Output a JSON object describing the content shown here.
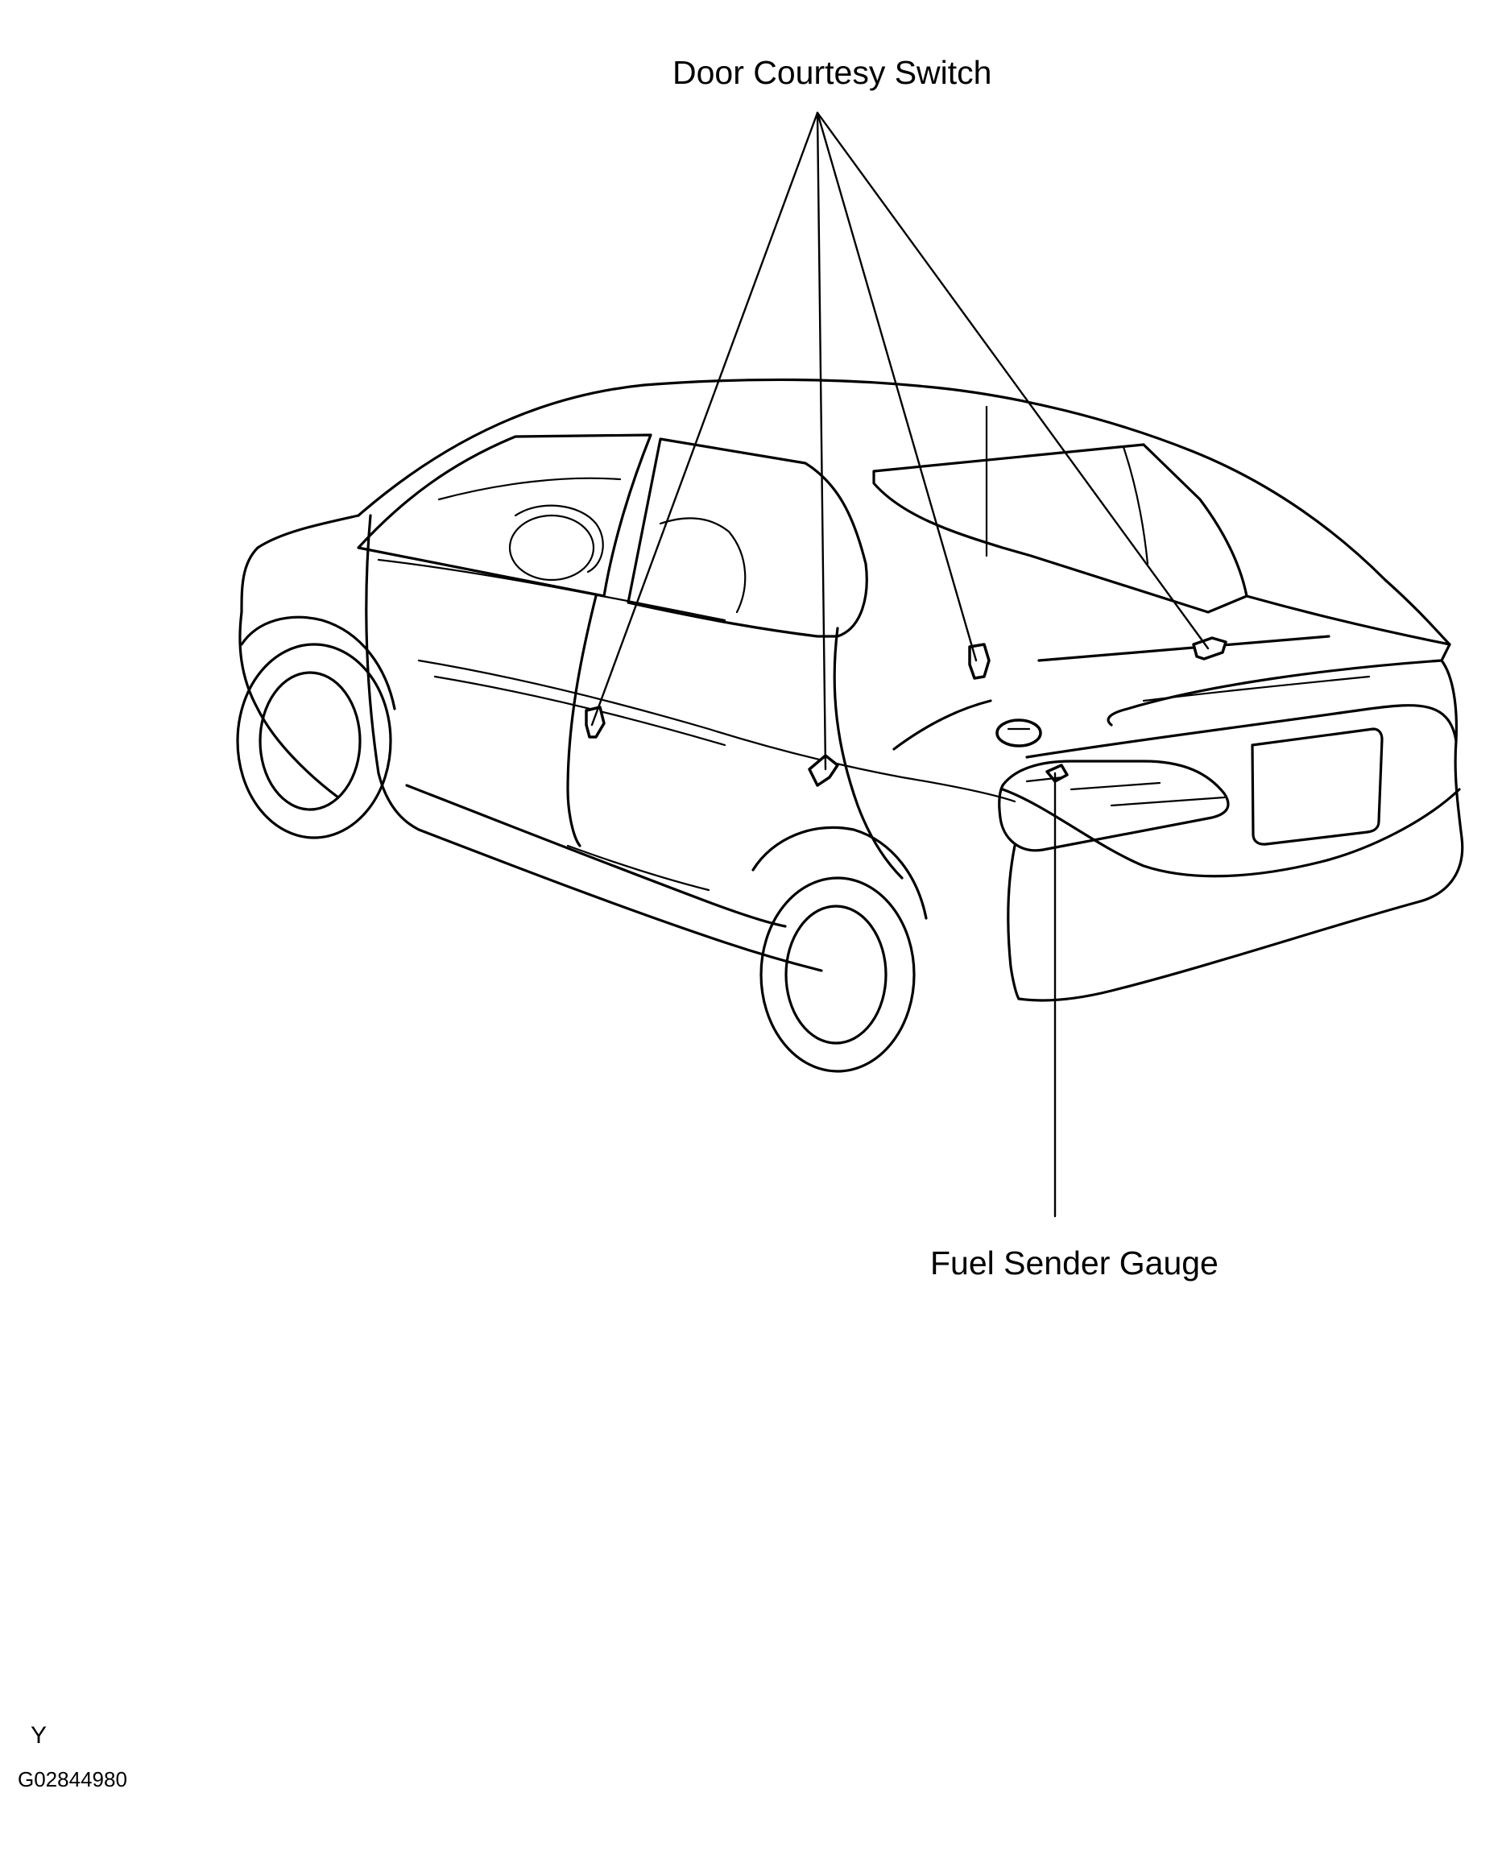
{
  "callouts": {
    "door_courtesy_switch": "Door Courtesy Switch",
    "fuel_sender_gauge": "Fuel Sender Gauge"
  },
  "footer": {
    "view_code": "Y",
    "figure_number": "G02844980"
  },
  "colors": {
    "line": "#000000",
    "background": "#ffffff"
  }
}
